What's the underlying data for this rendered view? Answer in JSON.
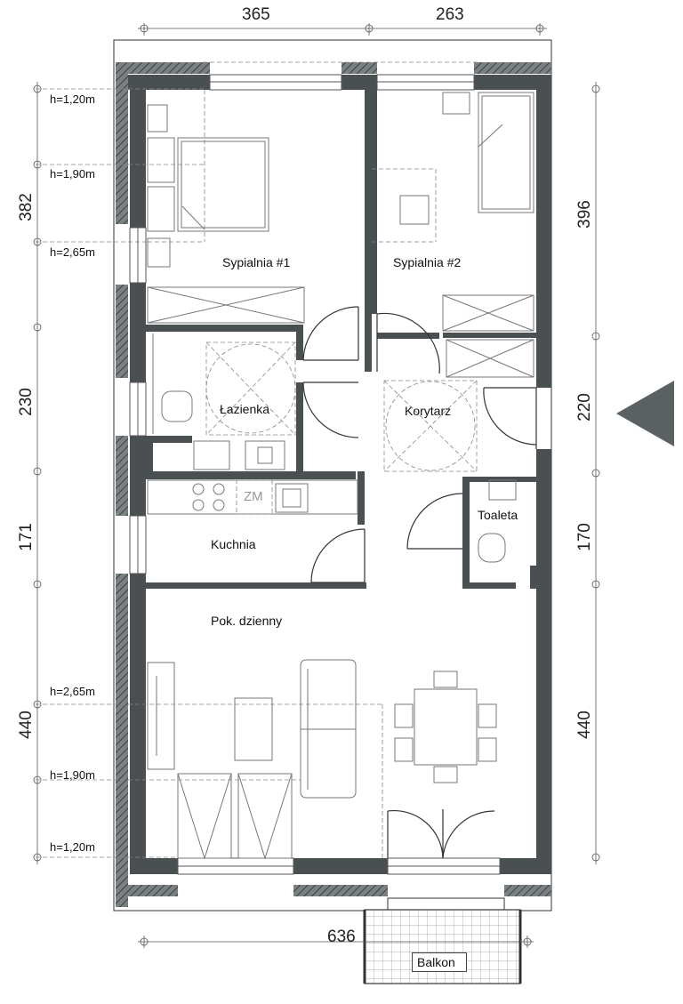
{
  "rooms": {
    "bedroom1": "Sypialnia #1",
    "bedroom2": "Sypialnia #2",
    "bathroom": "Łazienka",
    "corridor": "Korytarz",
    "kitchen": "Kuchnia",
    "toilet": "Toaleta",
    "living": "Pok. dzienny",
    "balcony": "Balkon"
  },
  "appliance": {
    "fridge": "ZM"
  },
  "dimensions": {
    "top_left": "365",
    "top_right": "263",
    "bottom": "636",
    "left": [
      "382",
      "230",
      "171",
      "440"
    ],
    "right": [
      "396",
      "220",
      "170",
      "440"
    ]
  },
  "heights": {
    "upper": [
      "h=1,20m",
      "h=1,90m",
      "h=2,65m"
    ],
    "lower": [
      "h=2,65m",
      "h=1,90m",
      "h=1,20m"
    ]
  },
  "colors": {
    "wall": "#4a4f51",
    "entrance_arrow": "#5b6163",
    "line": "#333333"
  }
}
